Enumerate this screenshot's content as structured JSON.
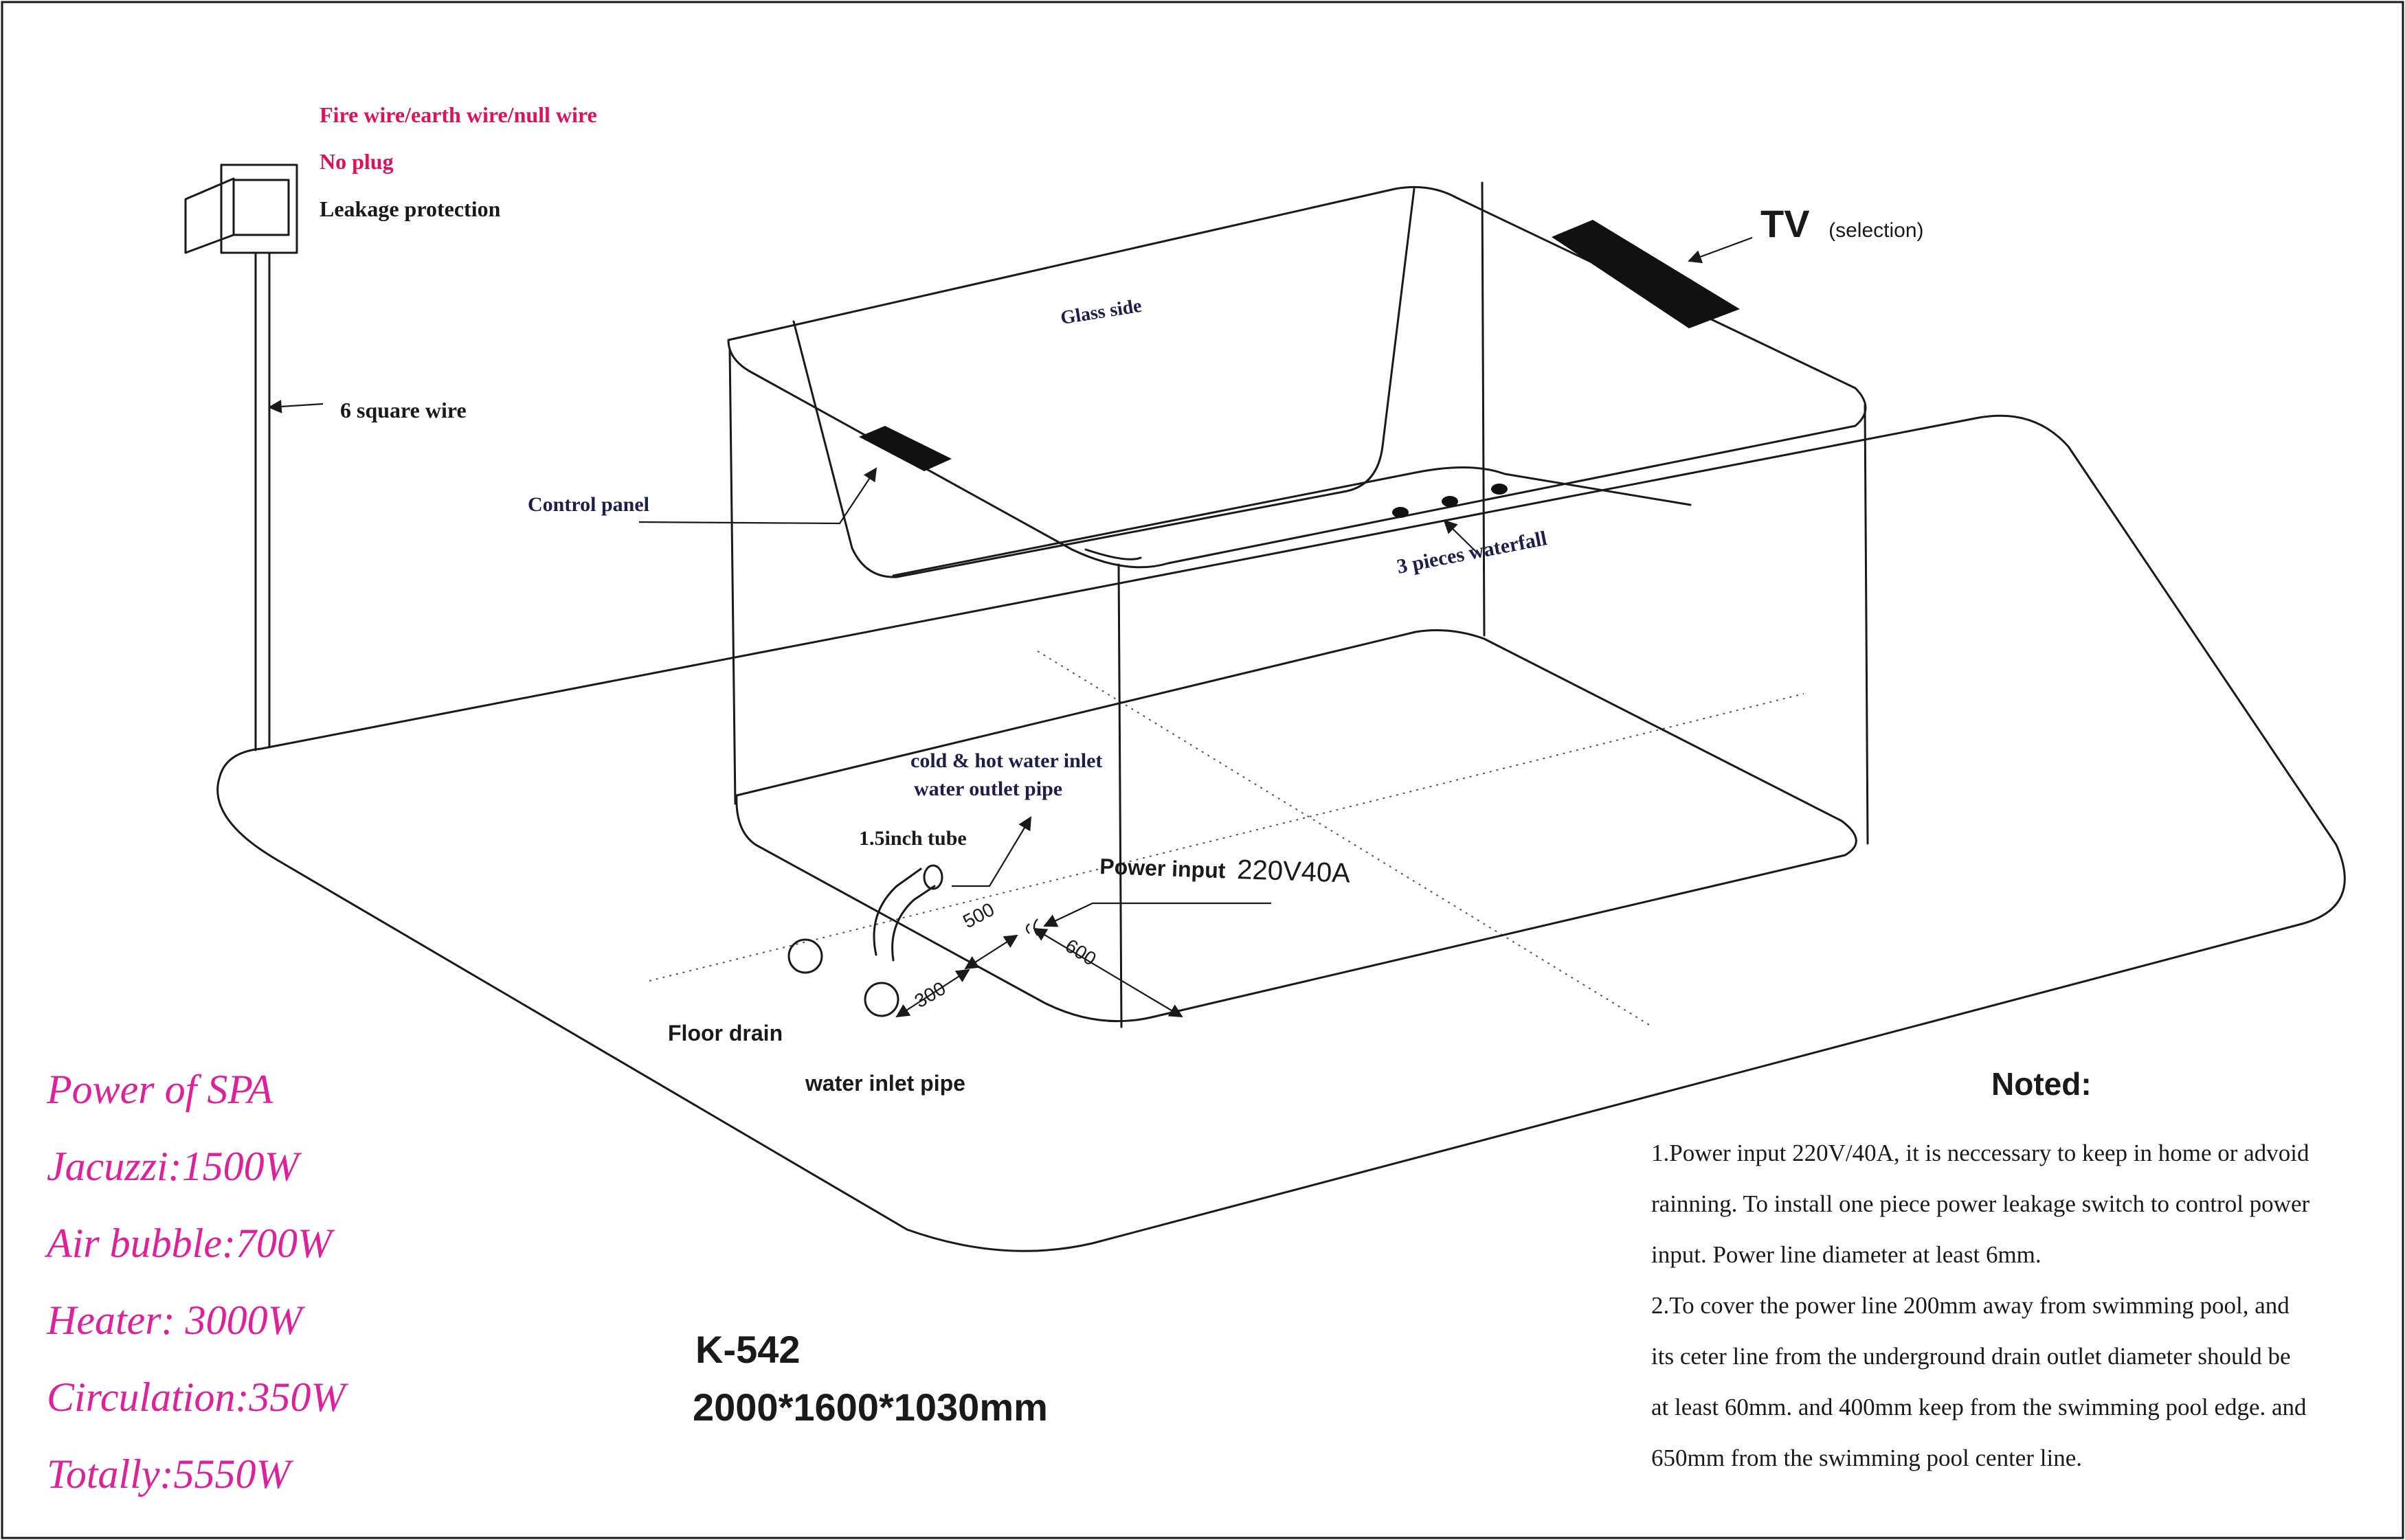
{
  "power_box": {
    "line1": "Fire wire/earth wire/null wire",
    "line2": "No plug",
    "line3": "Leakage protection"
  },
  "wire_label": "6 square wire",
  "tv_label": {
    "main": "TV",
    "sub": "(selection)"
  },
  "glass_side_label": "Glass side",
  "control_panel_label": "Control panel",
  "waterfall_label": "3 pieces waterfall",
  "inlet_label": {
    "line1": "cold & hot water inlet",
    "line2": "water outlet pipe"
  },
  "tube_label": "1.5inch  tube",
  "power_input_label": {
    "text": "Power input",
    "value": "220V40A"
  },
  "dimensions": {
    "d500": "500",
    "d600": "600",
    "d300": "300"
  },
  "floor_drain_label": "Floor drain",
  "water_inlet_label": "water inlet pipe",
  "power_specs": [
    "Power of SPA",
    "Jacuzzi:1500W",
    "Air bubble:700W",
    "Heater: 3000W",
    "Circulation:350W",
    "Totally:5550W"
  ],
  "model": {
    "code": "K-542",
    "size": "2000*1600*1030mm"
  },
  "notes": {
    "title": "Noted:",
    "lines": [
      "1.Power input 220V/40A, it is neccessary to keep in home or advoid",
      "rainning. To install one piece power leakage switch to control power",
      "input. Power line diameter at least  6mm.",
      "2.To cover the power line 200mm away from swimming pool,  and",
      "its ceter line from the underground drain outlet diameter should be",
      "at least 60mm. and 400mm keep from the swimming pool edge. and",
      "650mm from the swimming pool center line."
    ]
  },
  "colors": {
    "pink_heading": "#e0105a",
    "magenta_specs": "#e0209a",
    "navy_labels": "#1c1f4a",
    "line": "#1a1a1a"
  }
}
